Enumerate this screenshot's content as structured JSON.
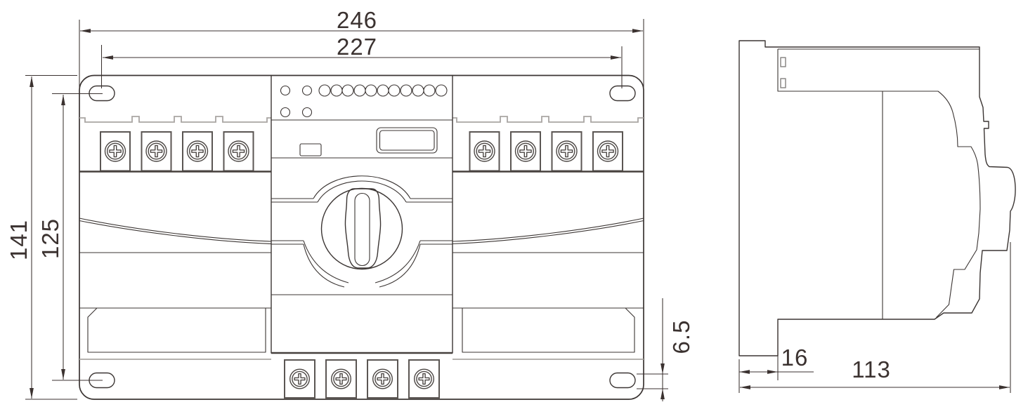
{
  "dims": {
    "overall_width": "246",
    "hole_spacing_x": "227",
    "overall_height": "141",
    "hole_spacing_y": "125",
    "slot_height": "6.5",
    "step_width": "16",
    "overall_depth": "113"
  },
  "colors": {
    "line": "#3b3533",
    "light_line": "#a9a6a3",
    "dim_line": "#3b3230",
    "background": "#ffffff"
  }
}
